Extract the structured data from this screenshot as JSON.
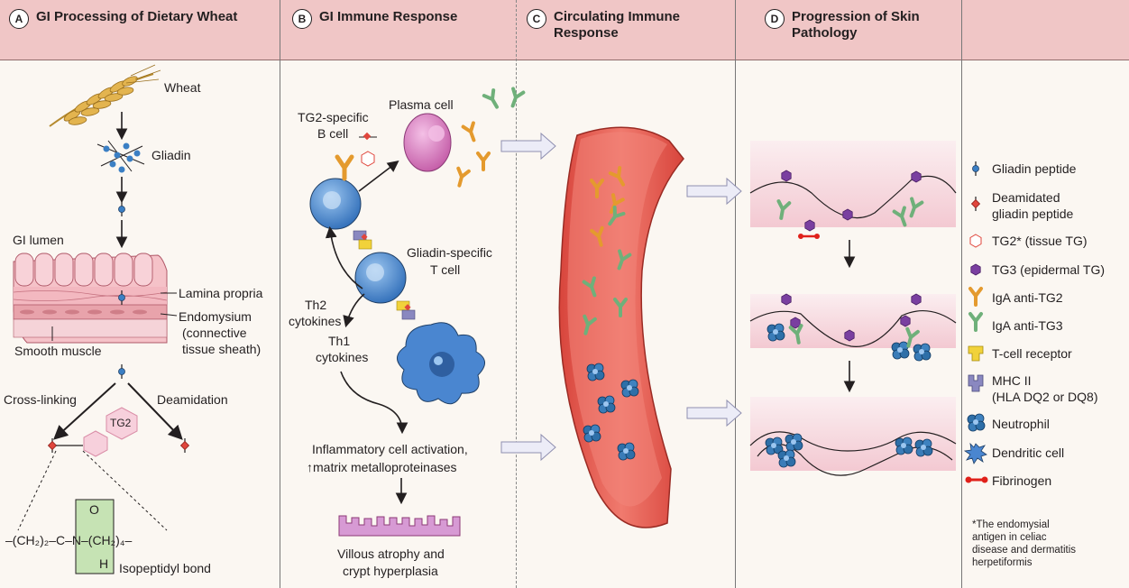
{
  "panels": [
    {
      "letter": "A",
      "title": "GI Processing of Dietary Wheat"
    },
    {
      "letter": "B",
      "title": "GI Immune Response"
    },
    {
      "letter": "C",
      "title_line1": "Circulating Immune",
      "title_line2": "Response"
    },
    {
      "letter": "D",
      "title_line1": "Progression of Skin",
      "title_line2": "Pathology"
    }
  ],
  "panel_a": {
    "wheat": "Wheat",
    "gliadin": "Gliadin",
    "gi_lumen": "GI lumen",
    "lamina_propria": "Lamina propria",
    "endomysium_1": "Endomysium",
    "endomysium_2": "(connective",
    "endomysium_3": "tissue sheath)",
    "smooth_muscle": "Smooth muscle",
    "cross_linking": "Cross-linking",
    "deamidation": "Deamidation",
    "tg2": "TG2",
    "chem_left": "–(CH₂)₂–C–N–(CH₂)₄–",
    "chem_o": "O",
    "chem_h": "H",
    "isopeptidyl": "Isopeptidyl bond"
  },
  "panel_b": {
    "tg2_b_cell_1": "TG2-specific",
    "tg2_b_cell_2": "B cell",
    "plasma_cell": "Plasma cell",
    "gliadin_t_1": "Gliadin-specific",
    "gliadin_t_2": "T cell",
    "th2_1": "Th2",
    "th2_2": "cytokines",
    "th1_1": "Th1",
    "th1_2": "cytokines",
    "inflam_1": "Inflammatory cell activation,",
    "inflam_2": "↑matrix metalloproteinases",
    "villous_1": "Villous atrophy and",
    "villous_2": "crypt hyperplasia"
  },
  "legend": [
    {
      "icon": "gliadin-peptide-icon",
      "label": "Gliadin peptide"
    },
    {
      "icon": "deamidated-peptide-icon",
      "label": "Deamidated",
      "label2": "gliadin peptide"
    },
    {
      "icon": "tg2-icon",
      "label": "TG2* (tissue TG)"
    },
    {
      "icon": "tg3-icon",
      "label": "TG3 (epidermal TG)"
    },
    {
      "icon": "iga-anti-tg2-icon",
      "label": "IgA anti-TG2"
    },
    {
      "icon": "iga-anti-tg3-icon",
      "label": "IgA anti-TG3"
    },
    {
      "icon": "t-cell-receptor-icon",
      "label": "T-cell receptor"
    },
    {
      "icon": "mhc-ii-icon",
      "label": "MHC II",
      "label2": "(HLA DQ2 or DQ8)"
    },
    {
      "icon": "neutrophil-icon",
      "label": "Neutrophil"
    },
    {
      "icon": "dendritic-cell-icon",
      "label": "Dendritic cell"
    },
    {
      "icon": "fibrinogen-icon",
      "label": "Fibrinogen"
    }
  ],
  "footnote": {
    "line1": "*The endomysial",
    "line2": "antigen in celiac",
    "line3": "disease and dermatitis",
    "line4": "herpetiformis"
  },
  "colors": {
    "header": "#f0c6c6",
    "peptide": "#3b7fc4",
    "deamidated": "#e0463c",
    "tg3": "#7a3fa0",
    "iga_tg2": "#e49a2e",
    "iga_tg3": "#6fb07a",
    "tcr": "#f1d23a",
    "mhc": "#8a88c0",
    "vessel": "#e8524a",
    "cell_blue": "#4a86d0"
  }
}
